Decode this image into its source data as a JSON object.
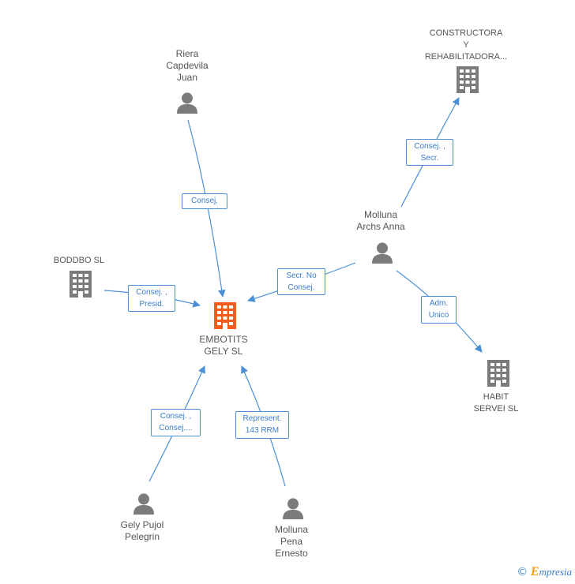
{
  "colors": {
    "center": "#f25c1c",
    "node": "#7b7b7b",
    "edge": "#4a8fd6",
    "label_text": "#555555"
  },
  "nodes": {
    "embotits": {
      "lines": [
        "EMBOTITS",
        "GELY SL"
      ],
      "icon": "building-icon"
    },
    "riera": {
      "lines": [
        "Riera",
        "Capdevila",
        "Juan"
      ],
      "icon": "person-icon"
    },
    "constructora": {
      "lines": [
        "CONSTRUCTORA",
        "Y",
        "REHABILITADORA..."
      ],
      "icon": "building-icon"
    },
    "molluna_archs": {
      "lines": [
        "Molluna",
        "Archs Anna"
      ],
      "icon": "person-icon"
    },
    "boddbo": {
      "lines": [
        "BODDBO SL"
      ],
      "icon": "building-icon"
    },
    "habit": {
      "lines": [
        "HABIT",
        "SERVEI SL"
      ],
      "icon": "building-icon"
    },
    "gely_pujol": {
      "lines": [
        "Gely Pujol",
        "Pelegrin"
      ],
      "icon": "person-icon"
    },
    "molluna_pena": {
      "lines": [
        "Molluna",
        "Pena",
        "Ernesto"
      ],
      "icon": "person-icon"
    }
  },
  "edges": {
    "riera_embotits": [
      "Consej."
    ],
    "archs_constructora": [
      "Consej. ,",
      "Secr."
    ],
    "archs_embotits": [
      "Secr.  No",
      "Consej."
    ],
    "boddbo_embotits": [
      "Consej. ,",
      "Presid."
    ],
    "archs_habit": [
      "Adm.",
      "Unico"
    ],
    "gely_embotits": [
      "Consej. ,",
      "Consej...."
    ],
    "pena_embotits": [
      "Represent.",
      "143 RRM"
    ]
  },
  "footer": {
    "copyright": "©",
    "brand_initial": "E",
    "brand_rest": "mpresia"
  }
}
